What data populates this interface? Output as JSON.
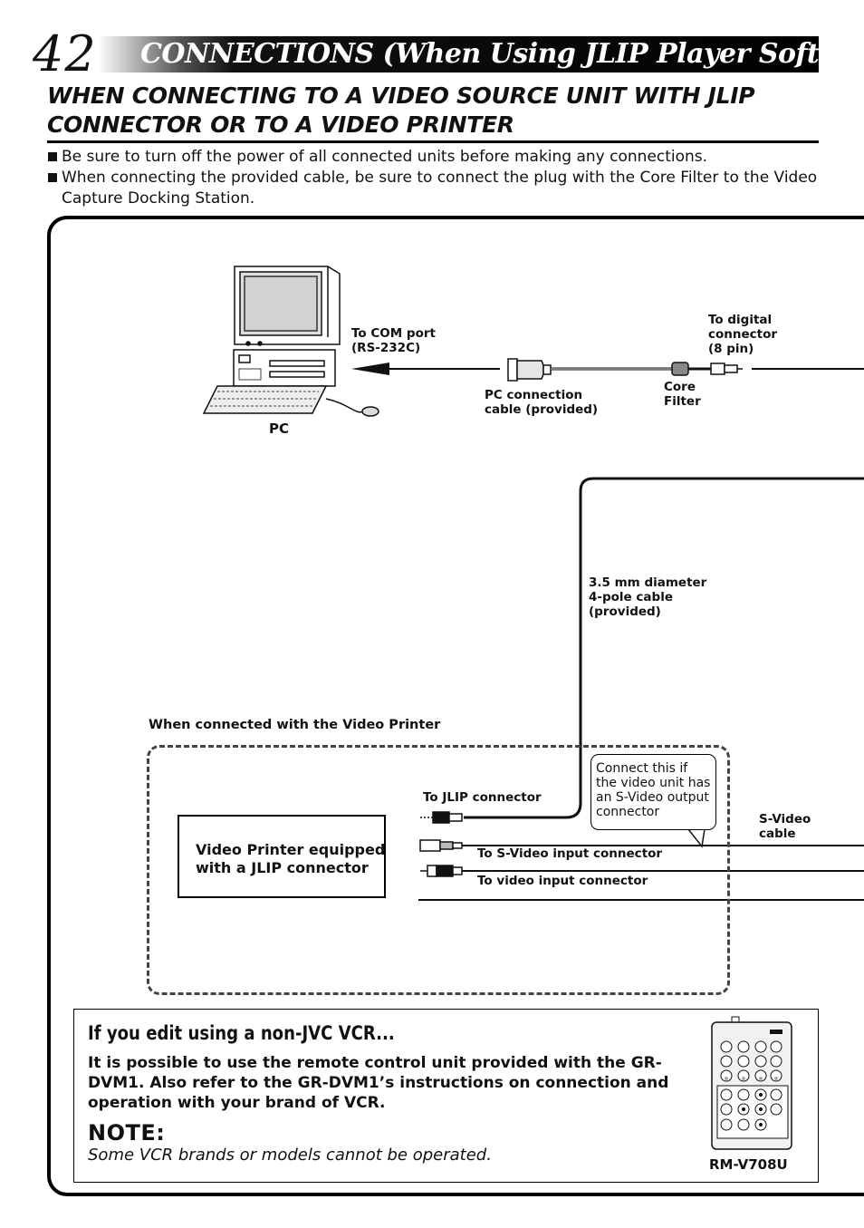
{
  "header": {
    "page_number": "42",
    "title": "CONNECTIONS (When Using JLIP Player Software)"
  },
  "section": {
    "heading": "WHEN CONNECTING TO A VIDEO SOURCE UNIT WITH JLIP CONNECTOR OR TO A VIDEO PRINTER",
    "bullets": [
      "Be sure to turn off the power of all connected units before making any connections.",
      "When connecting the provided cable, be sure to connect the plug with the Core Filter to the Video Capture Docking Station."
    ]
  },
  "diagram": {
    "labels": {
      "com_port": "To COM port\n(RS-232C)",
      "digital_connector": "To digital\nconnector\n(8 pin)",
      "pc_cable": "PC connection\ncable (provided)",
      "core_filter": "Core\nFilter",
      "pc": "PC",
      "four_pole_cable": "3.5 mm diameter\n4-pole cable\n(provided)",
      "video_printer_caption": "When connected with the Video Printer",
      "jlip_connector": "To JLIP connector",
      "callout": "Connect this if\nthe video unit has\nan S-Video output\nconnector",
      "svideo_cable": "S-Video\ncable",
      "printer_box": "Video Printer equipped\nwith a JLIP connector",
      "svideo_input": "To S-Video input connector",
      "video_input": "To video input connector"
    }
  },
  "edit_box": {
    "heading": "If you edit using a non-JVC VCR...",
    "body": "It is possible to use the remote control unit provided with  the GR-DVM1. Also refer to the GR-DVM1’s instructions on connection and operation with your brand of VCR.",
    "note_label": "NOTE:",
    "note_text": "Some VCR brands or models cannot be operated.",
    "remote_model": "RM-V708U"
  }
}
